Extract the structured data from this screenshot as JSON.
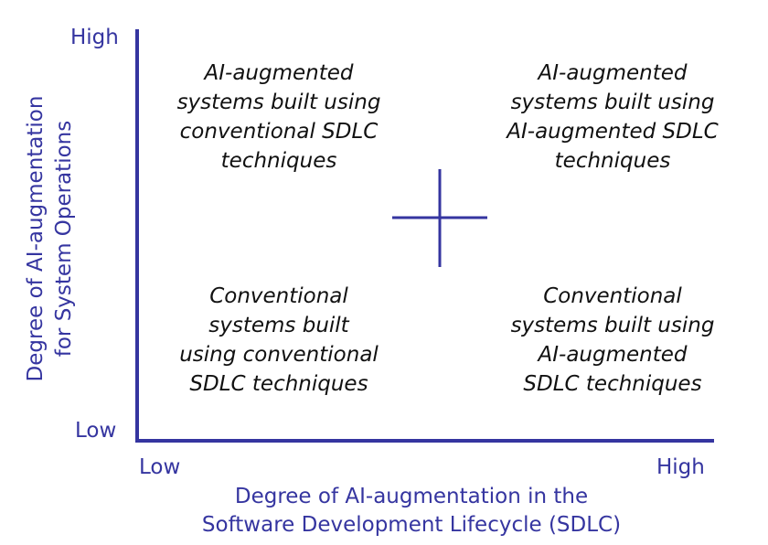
{
  "axes": {
    "y_high": "High",
    "y_low": "Low",
    "x_low": "Low",
    "x_high": "High",
    "y_title_line1": "Degree of AI-augmentation",
    "y_title_line2": "for System Operations",
    "x_title_line1": "Degree of AI-augmentation in the",
    "x_title_line2": "Software Development Lifecycle (SDLC)"
  },
  "quadrants": {
    "top_left": [
      "AI-augmented",
      "systems built using",
      "conventional SDLC",
      "techniques"
    ],
    "top_right": [
      "AI-augmented",
      "systems built using",
      "AI-augmented SDLC",
      "techniques"
    ],
    "bottom_left": [
      "Conventional",
      "systems built",
      "using conventional",
      "SDLC techniques"
    ],
    "bottom_right": [
      "Conventional",
      "systems built using",
      "AI-augmented",
      "SDLC techniques"
    ]
  },
  "colors": {
    "axis": "#3535a0"
  }
}
